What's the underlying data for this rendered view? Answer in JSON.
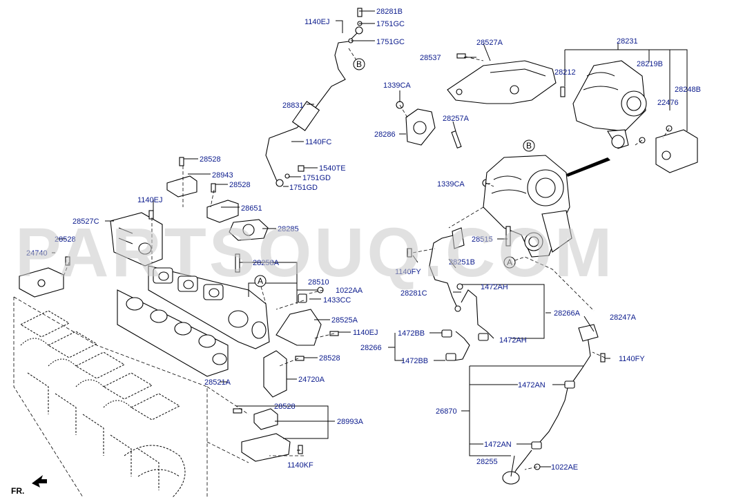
{
  "watermark": "PARTSOUQ.COM",
  "orientation": "FR.",
  "callouts": {
    "a1": "A",
    "a2": "A",
    "b1": "B",
    "b2": "B"
  },
  "labels": {
    "l28281B": "28281B",
    "l1140EJ_top": "1140EJ",
    "l1751GC_1": "1751GC",
    "l1751GC_2": "1751GC",
    "l28831": "28831",
    "l1140FC": "1140FC",
    "l1540TE": "1540TE",
    "l1751GD_1": "1751GD",
    "l1751GD_2": "1751GD",
    "l28528_a": "28528",
    "l28943": "28943",
    "l28528_b": "28528",
    "l28651": "28651",
    "l28285": "28285",
    "l1140EJ_left": "1140EJ",
    "l28527C": "28527C",
    "l28528_c": "28528",
    "l24740": "24740",
    "l28258A": "28258A",
    "l28510": "28510",
    "l1022AA": "1022AA",
    "l1433CC": "1433CC",
    "l28525A": "28525A",
    "l1140EJ_mid": "1140EJ",
    "l28528_d": "28528",
    "l24720A": "24720A",
    "l28521A": "28521A",
    "l28528_e": "28528",
    "l28993A": "28993A",
    "l1140KF": "1140KF",
    "l28537": "28537",
    "l28527A": "28527A",
    "l1339CA_top": "1339CA",
    "l28286": "28286",
    "l28257A": "28257A",
    "l28231": "28231",
    "l28212": "28212",
    "l28219B": "28219B",
    "l28248B": "28248B",
    "l22476": "22476",
    "l1339CA_mid": "1339CA",
    "l28515": "28515",
    "l1140FY_left": "1140FY",
    "l28251B": "28251B",
    "l28281C": "28281C",
    "l1472AH_1": "1472AH",
    "l28266A": "28266A",
    "l28247A": "28247A",
    "l1472BB_1": "1472BB",
    "l1472AH_2": "1472AH",
    "l28266": "28266",
    "l1472BB_2": "1472BB",
    "l1140FY_right": "1140FY",
    "l1472AN_1": "1472AN",
    "l28870": "26870",
    "l1472AN_2": "1472AN",
    "l28255": "28255",
    "l1022AE": "1022AE"
  }
}
